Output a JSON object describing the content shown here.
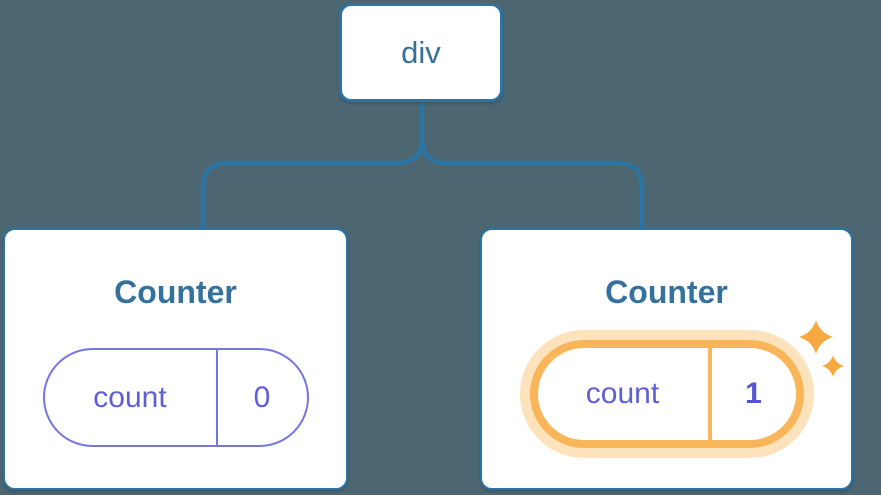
{
  "diagram": {
    "description": "React component tree state diagram",
    "background_color": "#4c6771",
    "root": {
      "label": "div"
    },
    "children": [
      {
        "title": "Counter",
        "state": {
          "key": "count",
          "value": "0"
        },
        "highlighted": false
      },
      {
        "title": "Counter",
        "state": {
          "key": "count",
          "value": "1"
        },
        "highlighted": true
      }
    ],
    "icons": [
      {
        "name": "sparkle-icon",
        "color": "#f6a940"
      }
    ],
    "colors": {
      "node_fill": "#ffffff",
      "node_border_blue": "#2b74a3",
      "node_text_blue": "#35719d",
      "connector_blue": "#2b74a3",
      "state_border_purple": "#7676e3",
      "state_text_purple": "#5e5ed8",
      "highlight_orange": "#f8b55a",
      "highlight_ring_orange": "#fce3bb",
      "sparkle_orange": "#f6a940"
    }
  }
}
